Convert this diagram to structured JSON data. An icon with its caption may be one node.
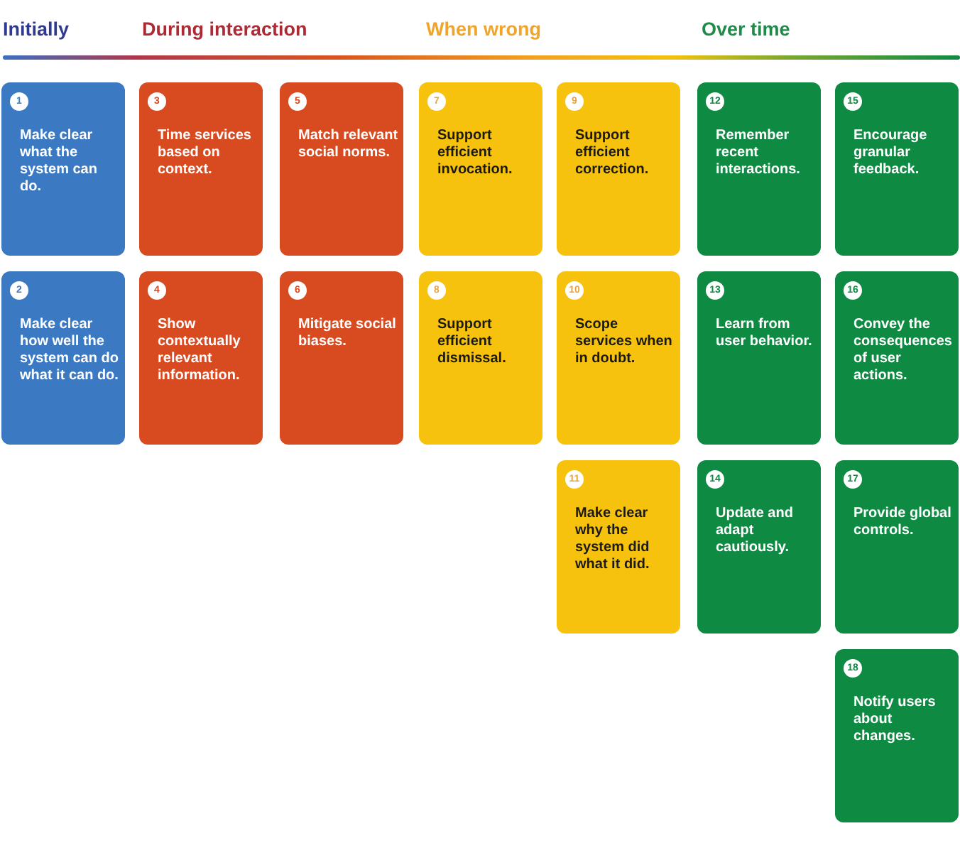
{
  "diagram": {
    "nodes": [
      {
        "text": [
          "1",
          "Make clear what the system can do."
        ]
      },
      {
        "text": [
          "2",
          "Make clear how well the system can do what it can do."
        ]
      },
      {
        "text": [
          "3",
          "Time services based on context."
        ]
      },
      {
        "text": [
          "4",
          "Show contextually relevant information."
        ]
      },
      {
        "text": [
          "5",
          "Match relevant social norms."
        ]
      },
      {
        "text": [
          "6",
          "Mitigate social biases."
        ]
      },
      {
        "text": [
          "7",
          "Support efficient invocation."
        ]
      },
      {
        "text": [
          "8",
          "Support efficient dismissal."
        ]
      },
      {
        "text": [
          "9",
          "Support efficient correction."
        ]
      },
      {
        "text": [
          "10",
          "Scope services when in doubt."
        ]
      },
      {
        "text": [
          "11",
          "Make clear why the system did what it did."
        ]
      },
      {
        "text": [
          "12",
          "Remember recent interactions."
        ]
      },
      {
        "text": [
          "13",
          "Learn from user behavior."
        ]
      },
      {
        "text": [
          "14",
          "Update and adapt cautiously."
        ]
      },
      {
        "text": [
          "15",
          "Encourage granular feedback."
        ]
      },
      {
        "text": [
          "16",
          "Convey the consequences of user actions."
        ]
      },
      {
        "text": [
          "17",
          "Provide global controls."
        ]
      },
      {
        "text": [
          "18",
          "Notify users about changes."
        ]
      }
    ],
    "labels": [
      "Initially",
      "During interaction",
      "When wrong",
      "Over time"
    ]
  }
}
